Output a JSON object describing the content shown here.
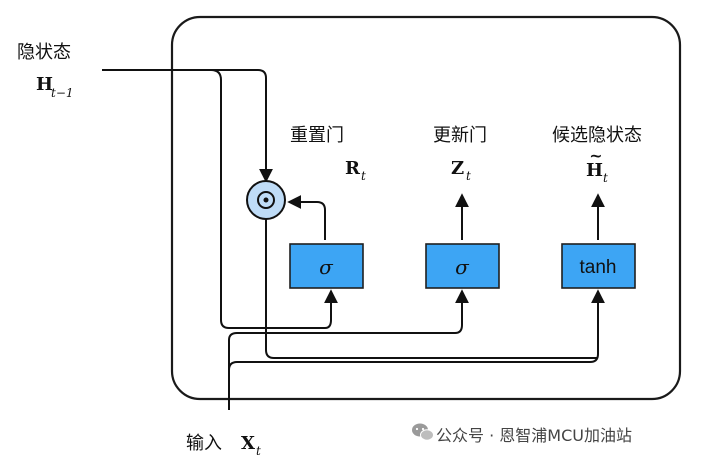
{
  "diagram": {
    "hidden_state_label": "隐状态",
    "hidden_state_symbol": "H",
    "hidden_state_sub": "t−1",
    "reset_gate_label": "重置门",
    "reset_gate_symbol": "R",
    "reset_gate_sub": "t",
    "update_gate_label": "更新门",
    "update_gate_symbol": "Z",
    "update_gate_sub": "t",
    "candidate_label": "候选隐状态",
    "candidate_symbol": "H",
    "candidate_tilde": "~",
    "candidate_sub": "t",
    "sigma_1": "σ",
    "sigma_2": "σ",
    "tanh": "tanh",
    "input_label": "输入",
    "input_symbol": "X",
    "input_sub": "t",
    "colors": {
      "gate_fill": "#3da5f4",
      "gate_stroke": "#1f1f1f",
      "mult_fill": "#bfdcf7"
    }
  },
  "watermark": {
    "text": "公众号 · 恩智浦MCU加油站",
    "icon": "wechat-icon"
  }
}
